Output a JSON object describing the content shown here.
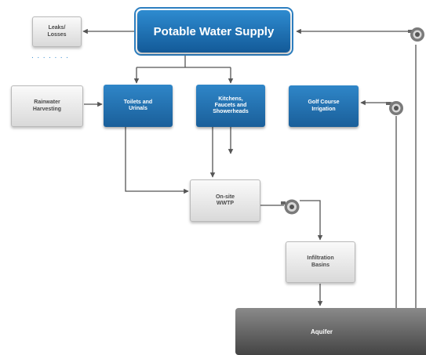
{
  "nodes": {
    "potable_water_supply": "Potable Water Supply",
    "leaks_losses": "Leaks/\nLosses",
    "rainwater_harvesting": "Rainwater\nHarvesting",
    "toilets_urinals": "Toilets and\nUrinals",
    "kitchens": "Kitchens,\nFaucets and\nShowerheads",
    "golf_course": "Golf Course\nIrrigation",
    "wwtp": "On-site\nWWTP",
    "infiltration": "Infiltration\nBasins",
    "aquifer": "Aquifer"
  },
  "icons": {
    "pump": "pump-icon",
    "drops": "water-drops-icon"
  },
  "colors": {
    "blue_box": "#1f6fb0",
    "grey_box": "#e4e4e4",
    "aquifer": "#5a5a5a",
    "line": "#555555"
  }
}
